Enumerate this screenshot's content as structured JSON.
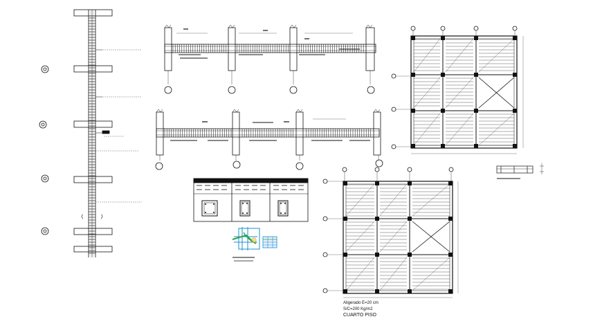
{
  "plan_legend": {
    "line1": "Aligerado E=20 cm",
    "line2": "S/C=200 Kg/m2",
    "line3": "CUARTO PISO"
  }
}
